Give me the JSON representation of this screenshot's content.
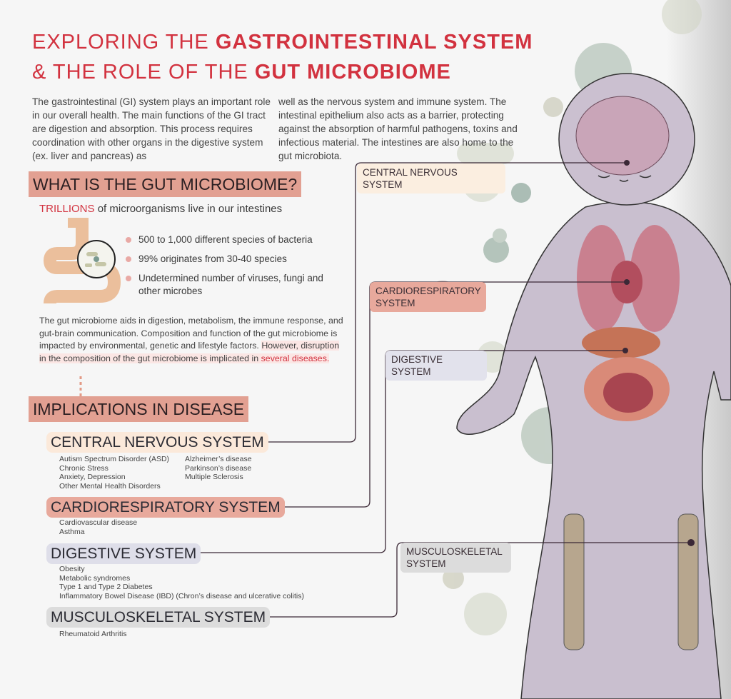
{
  "title": {
    "line1_plain": "EXPLORING THE ",
    "line1_bold": "GASTROINTESTINAL SYSTEM",
    "line2_plain": "& THE ROLE OF THE ",
    "line2_bold": "GUT MICROBIOME"
  },
  "intro": {
    "col1": "The gastrointestinal (GI) system plays an important role in our overall health. The main functions of the GI tract are digestion and absorption. This process requires coordination with other organs in the digestive system (ex. liver and pancreas) as",
    "col2": "well as the nervous system and immune system. The intestinal epithelium also acts as a barrier, protecting against the absorption of harmful pathogens, toxins and infectious material. The intestines are also home to the gut microbiota."
  },
  "microbiome": {
    "heading": "WHAT IS THE GUT MICROBIOME?",
    "trillions": "TRILLIONS",
    "trillions_rest": " of microorganisms live in our intestines",
    "bullets": [
      "500 to 1,000 different species of bacteria",
      "99% originates from 30-40 species",
      "Undetermined number of viruses, fungi and other microbes"
    ],
    "body": "The gut microbiome aids in digestion, metabolism, the immune response, and gut-brain communication. Composition and function of the gut microbiome is impacted by environmental, genetic and lifestyle factors.",
    "highlight": "However, disruption in the composition of the gut microbiome is implicated in ",
    "highlight_red": "several diseases."
  },
  "implications": {
    "heading": "IMPLICATIONS IN DISEASE",
    "systems": [
      {
        "name": "CENTRAL NERVOUS SYSTEM",
        "color": "#fbe9da",
        "col1": [
          "Autism Spectrum Disorder (ASD)",
          "Chronic Stress",
          "Anxiety, Depression",
          "Other Mental Health Disorders"
        ],
        "col2": [
          "Alzheimer’s disease",
          "Parkinson’s disease",
          "Multiple Sclerosis"
        ]
      },
      {
        "name": "CARDIORESPIRATORY SYSTEM",
        "color": "#e8a99c",
        "col1": [
          "Cardiovascular disease",
          "Asthma"
        ]
      },
      {
        "name": "DIGESTIVE SYSTEM",
        "color": "#dedee9",
        "col1": [
          "Obesity",
          "Metabolic syndromes",
          "Type 1 and Type 2 Diabetes",
          "Inflammatory Bowel Disease (IBD) (Chron’s disease and ulcerative colitis)"
        ]
      },
      {
        "name": "MUSCULOSKELETAL SYSTEM",
        "color": "#dcdcdc",
        "col1": [
          "Rheumatoid Arthritis"
        ]
      }
    ]
  },
  "body_labels": {
    "cns": "CENTRAL NERVOUS SYSTEM",
    "cardio": "CARDIORESPIRATORY SYSTEM",
    "digestive": "DIGESTIVE SYSTEM",
    "musculo": "MUSCULOSKELETAL SYSTEM"
  }
}
